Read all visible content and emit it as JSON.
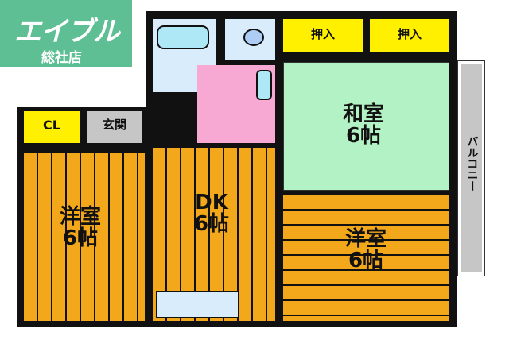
{
  "logo": {
    "brand": "エイブル",
    "branch": "総社店",
    "bg_color": "#5fbf94"
  },
  "rooms": {
    "closet_cl": "CL",
    "entrance": "玄関",
    "western_left": {
      "name": "洋室",
      "size": "6帖"
    },
    "dk": {
      "name": "DK",
      "size": "6帖"
    },
    "japanese": {
      "name": "和室",
      "size": "6帖"
    },
    "western_right": {
      "name": "洋室",
      "size": "6帖"
    },
    "oshiire_1": "押入",
    "oshiire_2": "押入",
    "balcony": "バルコニー"
  },
  "colors": {
    "floor": "#f3a81c",
    "tatami": "#b3f2c5",
    "closet": "#fff000",
    "washroom": "#f7a8d3",
    "wet_area": "#d8ecfb",
    "entrance": "#c6c6c6"
  }
}
